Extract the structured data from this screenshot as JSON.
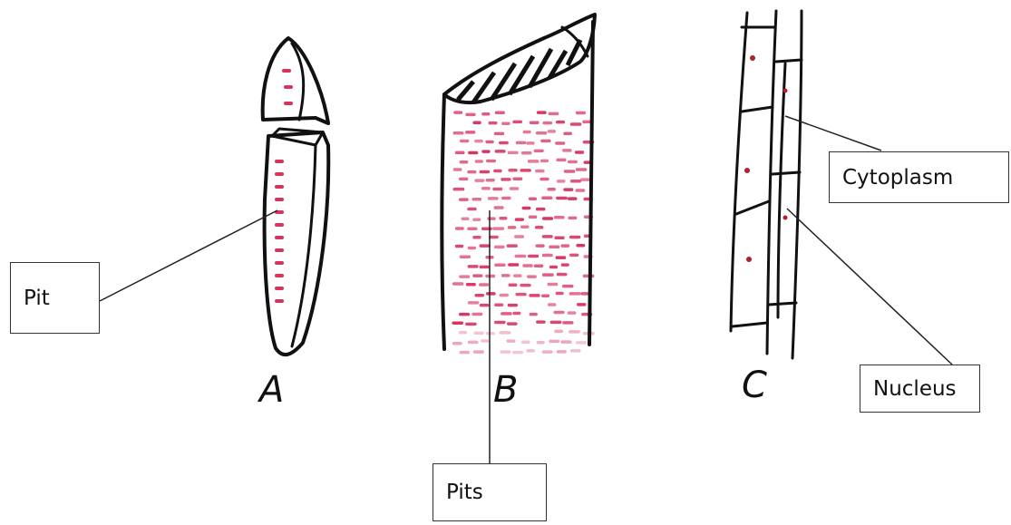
{
  "figure": {
    "panels": [
      {
        "letter": "A"
      },
      {
        "letter": "B"
      },
      {
        "letter": "C"
      }
    ],
    "labels": {
      "pit": "Pit",
      "pits": "Pits",
      "cytoplasm": "Cytoplasm",
      "nucleus": "Nucleus"
    },
    "colors": {
      "ink": "#111111",
      "pit_marks": "#d6335f",
      "leader_line": "#222222"
    }
  }
}
